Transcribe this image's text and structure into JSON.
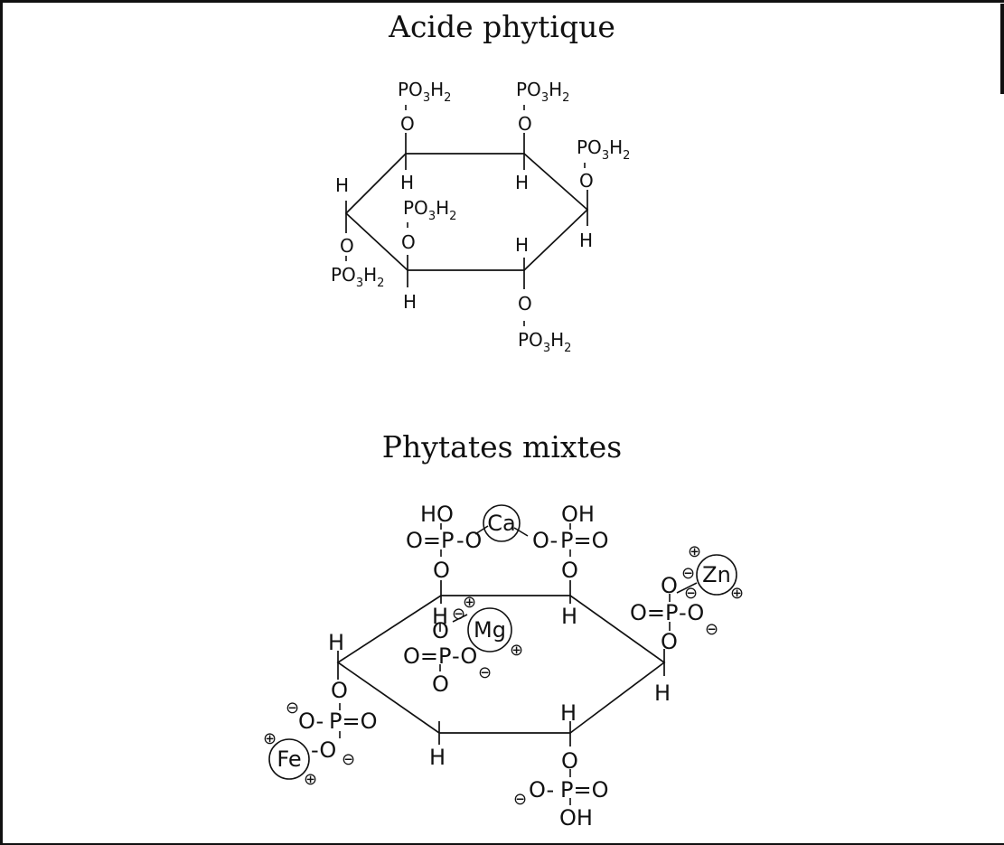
{
  "titles": {
    "top": "Acide phytique",
    "bottom": "Phytates mixtes"
  },
  "labels": {
    "po3h2_main": "PO",
    "po3h2_sub3": "3",
    "po3h2_h": "H",
    "po3h2_sub2": "2",
    "o": "O",
    "h": "H",
    "ho": "HO",
    "oh": "OH",
    "o_eq_p": "O=P",
    "p_eq_o": "P=O",
    "p": "P",
    "eq_o": "=O",
    "o_eq": "O=",
    "dash_o": "-O",
    "o_dash": "O-",
    "minus": "⊖",
    "plus": "⊕"
  },
  "metals": {
    "ca": "Ca",
    "zn": "Zn",
    "mg": "Mg",
    "fe": "Fe"
  }
}
